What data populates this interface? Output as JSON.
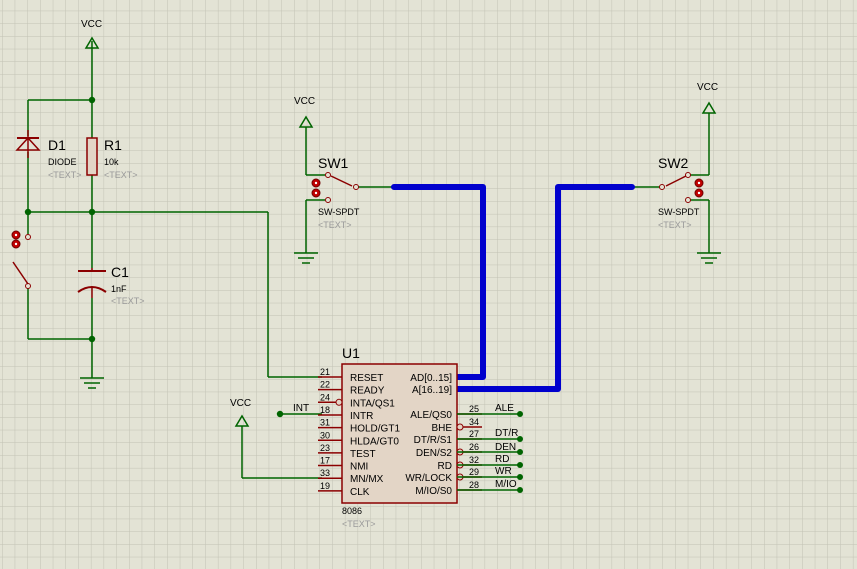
{
  "power": {
    "vcc": "VCC"
  },
  "d1": {
    "ref": "D1",
    "value": "DIODE",
    "text": "<TEXT>"
  },
  "r1": {
    "ref": "R1",
    "value": "10k",
    "text": "<TEXT>"
  },
  "c1": {
    "ref": "C1",
    "value": "1nF",
    "text": "<TEXT>"
  },
  "sw1": {
    "ref": "SW1",
    "value": "SW-SPDT",
    "text": "<TEXT>"
  },
  "sw2": {
    "ref": "SW2",
    "value": "SW-SPDT",
    "text": "<TEXT>"
  },
  "u1": {
    "ref": "U1",
    "value": "8086",
    "text": "<TEXT>",
    "left_pins": [
      {
        "num": "21",
        "name": "RESET"
      },
      {
        "num": "22",
        "name": "READY"
      },
      {
        "num": "24",
        "name": "INTA/QS1"
      },
      {
        "num": "18",
        "name": "INTR"
      },
      {
        "num": "31",
        "name": "HOLD/GT1"
      },
      {
        "num": "30",
        "name": "HLDA/GT0"
      },
      {
        "num": "23",
        "name": "TEST"
      },
      {
        "num": "17",
        "name": "NMI"
      },
      {
        "num": "33",
        "name": "MN/MX"
      },
      {
        "num": "19",
        "name": "CLK"
      }
    ],
    "right_pins": [
      {
        "num": "",
        "name": "AD[0..15]"
      },
      {
        "num": "",
        "name": "A[16..19]"
      },
      {
        "num": "25",
        "name": "ALE/QS0"
      },
      {
        "num": "34",
        "name": "BHE"
      },
      {
        "num": "27",
        "name": "DT/R/S1"
      },
      {
        "num": "26",
        "name": "DEN/S2"
      },
      {
        "num": "32",
        "name": "RD"
      },
      {
        "num": "29",
        "name": "WR/LOCK"
      },
      {
        "num": "28",
        "name": "M/IO/S0"
      }
    ]
  },
  "net_labels": {
    "int": "INT",
    "ale": "ALE",
    "dtr": "DT/R",
    "den": "DEN",
    "rd": "RD",
    "wr": "WR",
    "mio": "M/IO"
  },
  "colors": {
    "background": "#e3e3d5",
    "grid": "#c2c2b4",
    "wire": "#006400",
    "component": "#8b0000",
    "bus": "#0000cd",
    "body_fill": "#e3d5c6"
  }
}
